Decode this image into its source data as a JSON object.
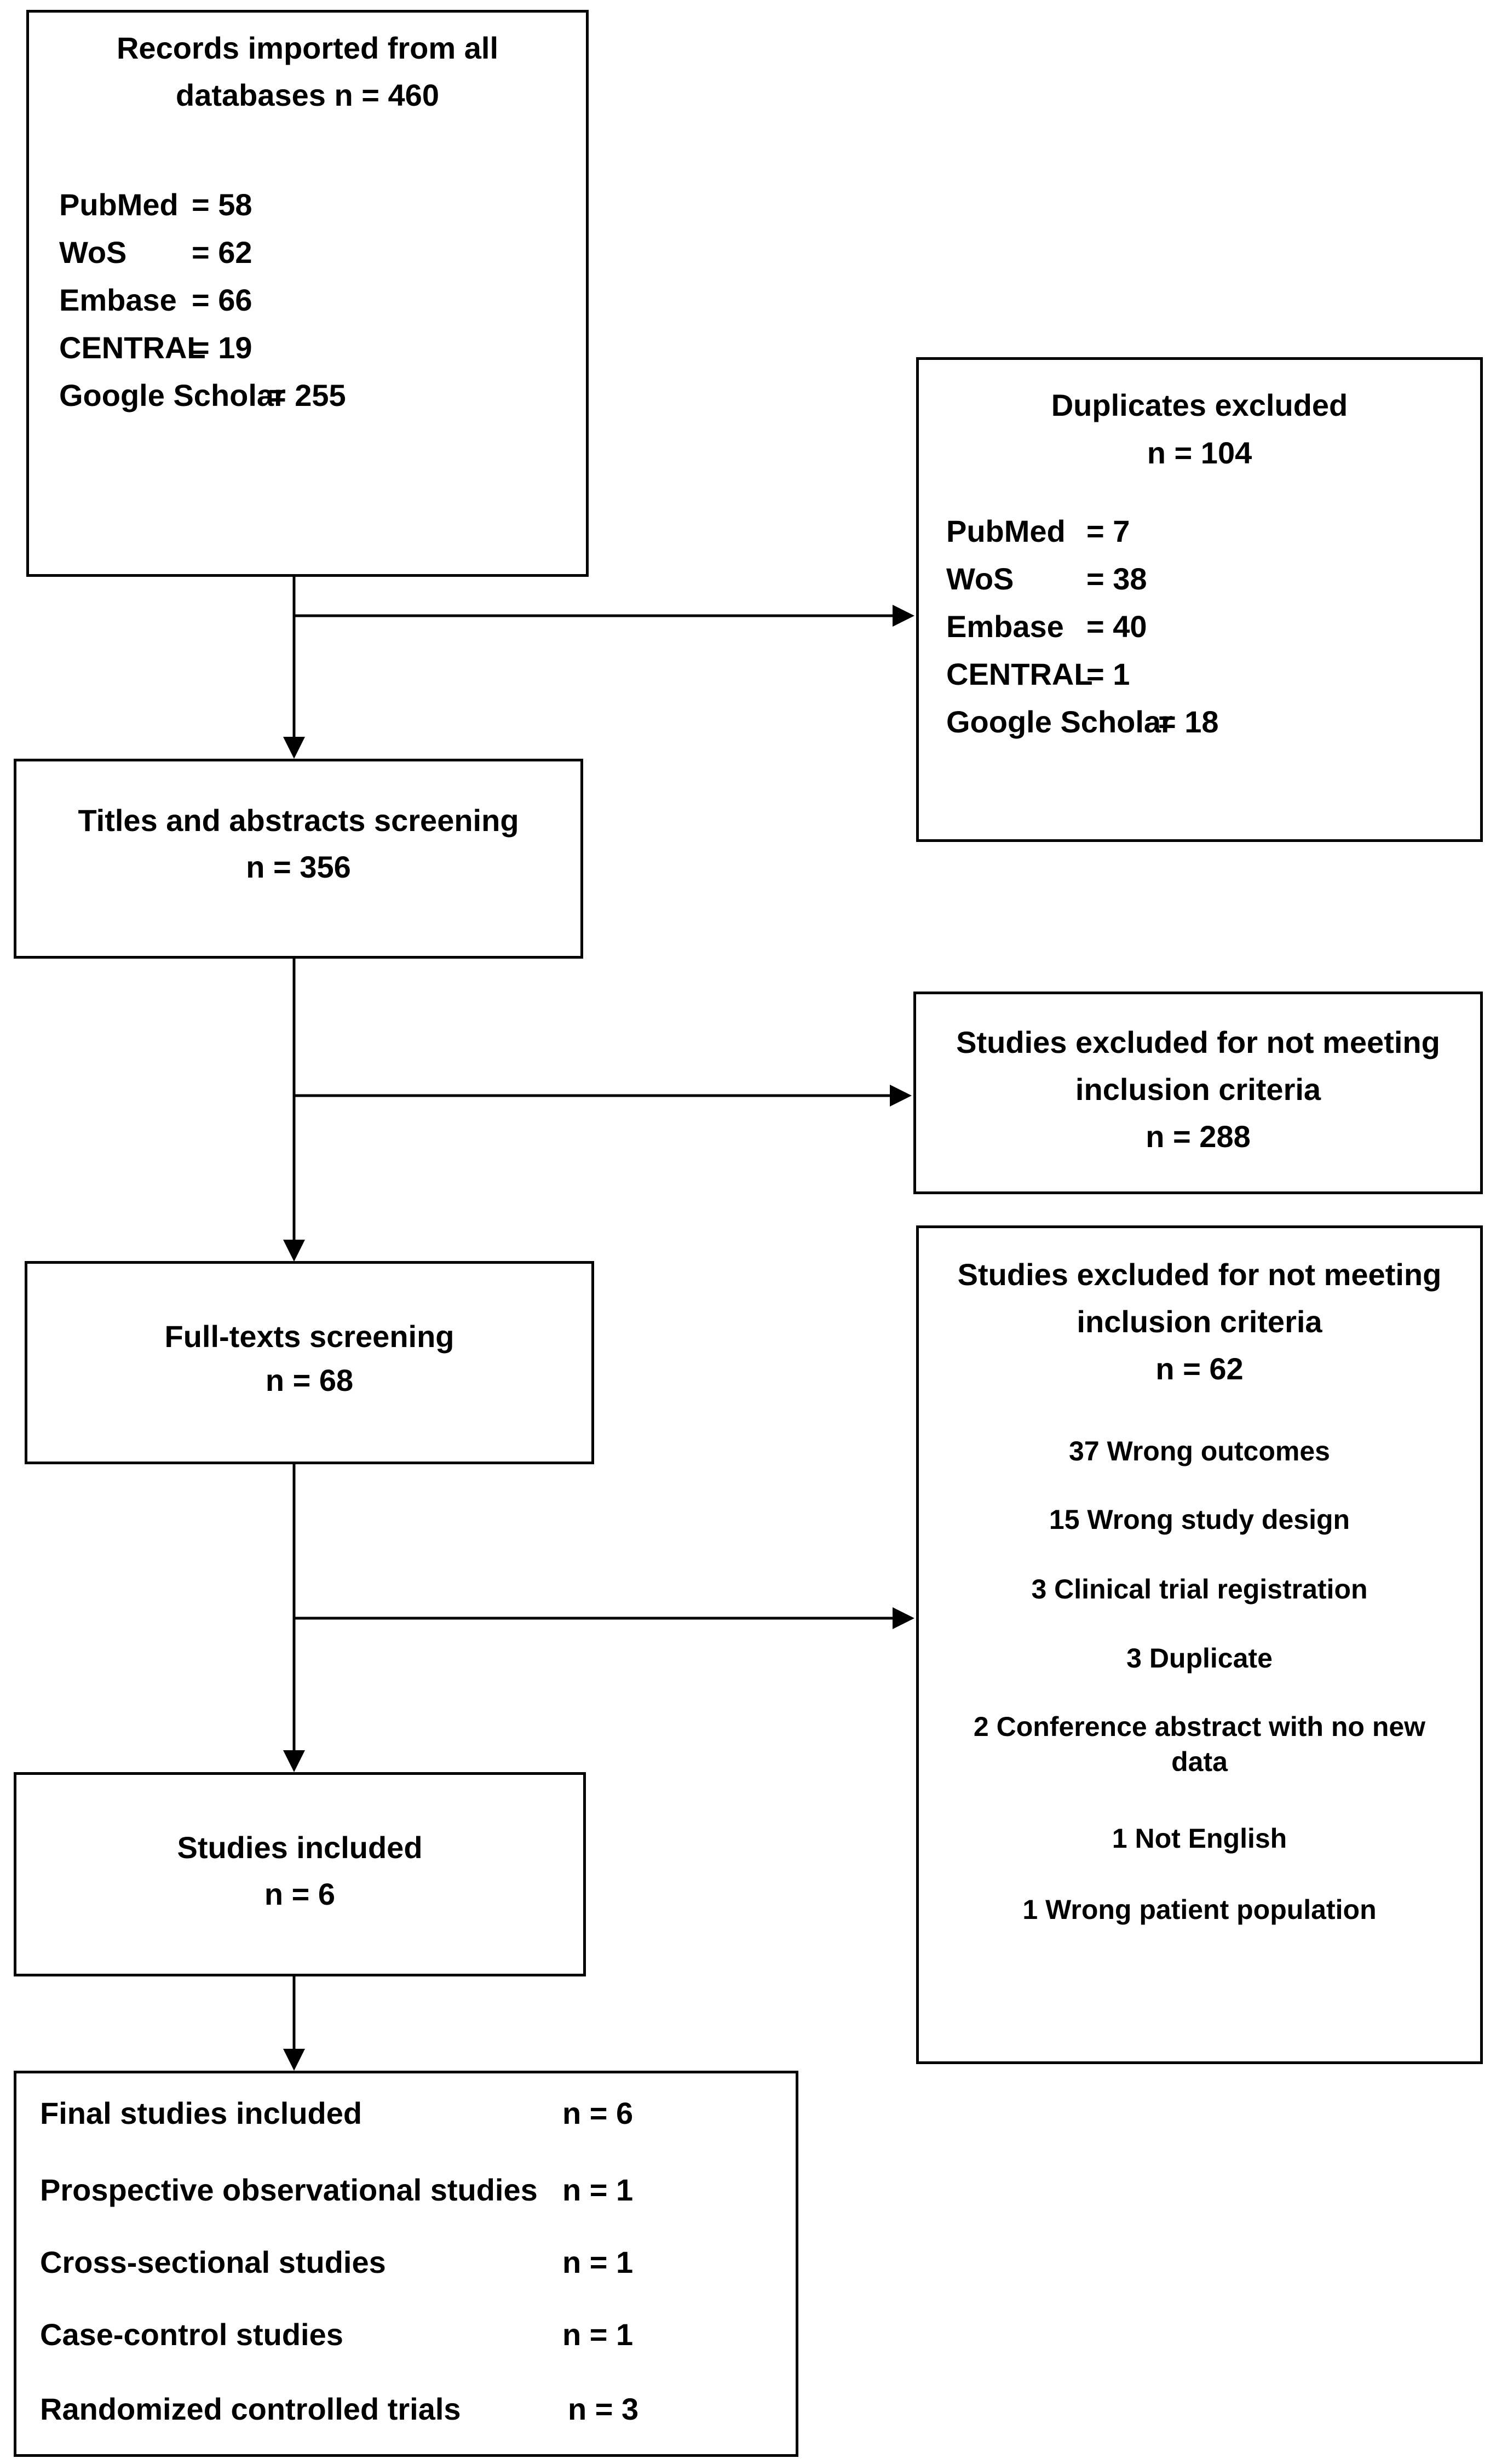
{
  "records": {
    "title": "Records imported from all databases n = 460",
    "sources": [
      {
        "name": "PubMed",
        "value": "= 58"
      },
      {
        "name": "WoS",
        "value": "= 62"
      },
      {
        "name": "Embase",
        "value": "= 66"
      },
      {
        "name": "CENTRAL",
        "value": "= 19"
      },
      {
        "name": "Google Scholar",
        "value": "= 255"
      }
    ]
  },
  "duplicates": {
    "title": "Duplicates excluded",
    "n": "n = 104",
    "sources": [
      {
        "name": "PubMed",
        "value": "= 7"
      },
      {
        "name": "WoS",
        "value": "= 38"
      },
      {
        "name": "Embase",
        "value": "= 40"
      },
      {
        "name": "CENTRAL",
        "value": "= 1"
      },
      {
        "name": "Google Scholar",
        "value": "= 18"
      }
    ]
  },
  "titles_screening": {
    "title": "Titles and abstracts screening",
    "n": "n = 356"
  },
  "excluded_screening": {
    "title": "Studies excluded for not meeting inclusion criteria",
    "n": "n = 288"
  },
  "fulltext_screening": {
    "title": "Full-texts screening",
    "n": "n = 68"
  },
  "excluded_fulltext": {
    "title": "Studies excluded for not meeting inclusion criteria",
    "n": "n = 62",
    "reasons": [
      "37 Wrong outcomes",
      "15 Wrong study design",
      "3 Clinical trial registration",
      "3 Duplicate",
      "2 Conference abstract with no new data",
      "1 Not English",
      "1 Wrong patient population"
    ]
  },
  "included": {
    "title": "Studies included",
    "n": "n = 6"
  },
  "final": {
    "rows": [
      {
        "label": "Final studies included",
        "n": "n = 6"
      },
      {
        "label": "Prospective observational studies",
        "n": "n = 1"
      },
      {
        "label": "Cross-sectional studies",
        "n": "n = 1"
      },
      {
        "label": "Case-control studies",
        "n": "n = 1"
      },
      {
        "label": "Randomized controlled trials",
        "n": "n = 3"
      }
    ]
  }
}
